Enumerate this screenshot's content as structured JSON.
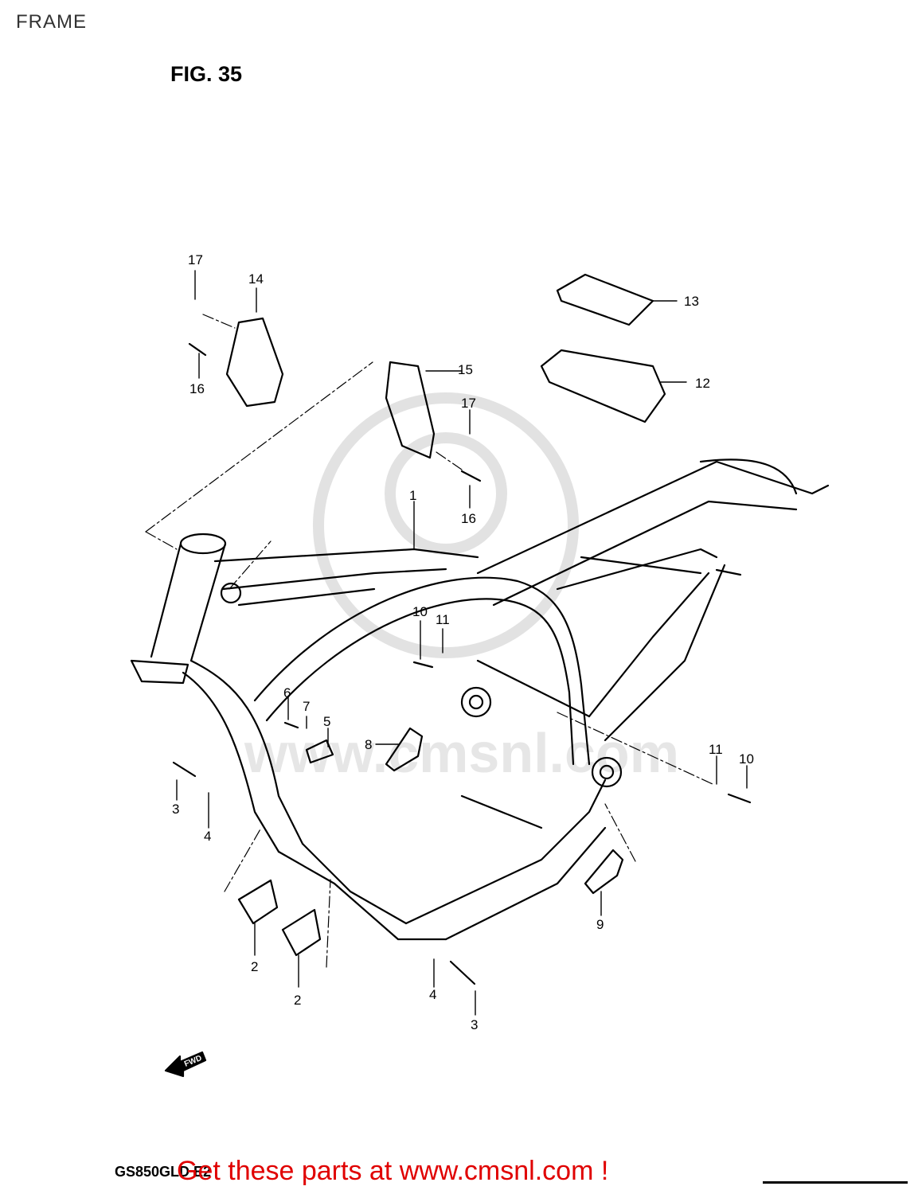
{
  "page": {
    "title": "FRAME",
    "figure": "FIG. 35"
  },
  "callouts": [
    {
      "id": "c17a",
      "text": "17"
    },
    {
      "id": "c14",
      "text": "14"
    },
    {
      "id": "c16a",
      "text": "16"
    },
    {
      "id": "c15",
      "text": "15"
    },
    {
      "id": "c17b",
      "text": "17"
    },
    {
      "id": "c16b",
      "text": "16"
    },
    {
      "id": "c13",
      "text": "13"
    },
    {
      "id": "c12",
      "text": "12"
    },
    {
      "id": "c1",
      "text": "1"
    },
    {
      "id": "c10a",
      "text": "10"
    },
    {
      "id": "c11a",
      "text": "11"
    },
    {
      "id": "c6",
      "text": "6"
    },
    {
      "id": "c7",
      "text": "7"
    },
    {
      "id": "c5",
      "text": "5"
    },
    {
      "id": "c8",
      "text": "8"
    },
    {
      "id": "c11b",
      "text": "11"
    },
    {
      "id": "c10b",
      "text": "10"
    },
    {
      "id": "c3a",
      "text": "3"
    },
    {
      "id": "c4a",
      "text": "4"
    },
    {
      "id": "c2a",
      "text": "2"
    },
    {
      "id": "c2b",
      "text": "2"
    },
    {
      "id": "c4b",
      "text": "4"
    },
    {
      "id": "c3b",
      "text": "3"
    },
    {
      "id": "c9",
      "text": "9"
    }
  ],
  "fwd_arrow": {
    "label": "FWD"
  },
  "footer": {
    "model_code": "GS850GLD E2",
    "cta": "Get these parts at www.cmsnl.com !"
  },
  "watermark": {
    "text": "www.cmsnl.com",
    "brand": "CMSNL"
  },
  "colors": {
    "line": "#000000",
    "cta": "#e00000",
    "watermark": "#dddddd"
  }
}
